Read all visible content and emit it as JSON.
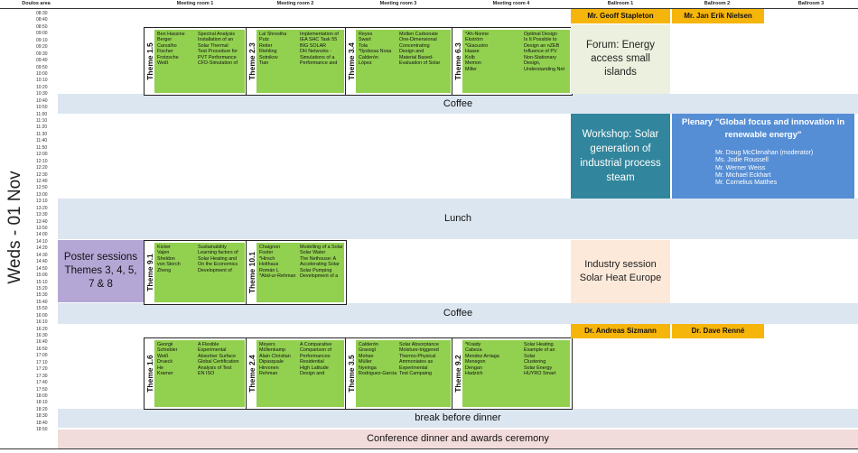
{
  "header": {
    "col_doulos": "Doulos area",
    "col_mr1": "Meeting room 1",
    "col_mr2": "Meeting room 2",
    "col_mr3": "Meeting room 3",
    "col_mr4": "Meeting room 4",
    "col_b1": "Ballroom 1",
    "col_b2": "Ballroom 2",
    "col_b3": "Ballroom 3"
  },
  "day_label": "Weds - 01 Nov",
  "times": [
    "08:30",
    "08:40",
    "08:50",
    "09:00",
    "09:10",
    "09:20",
    "09:30",
    "09:40",
    "09:50",
    "10:00",
    "10:10",
    "10:20",
    "10:30",
    "10:40",
    "10:50",
    "11:00",
    "11:10",
    "11:20",
    "11:30",
    "11:40",
    "11:50",
    "12:00",
    "12:10",
    "12:20",
    "12:30",
    "12:40",
    "12:50",
    "13:00",
    "13:10",
    "13:20",
    "13:30",
    "13:40",
    "13:50",
    "14:00",
    "14:10",
    "14:20",
    "14:30",
    "14:40",
    "14:50",
    "15:00",
    "15:10",
    "15:20",
    "15:30",
    "15:40",
    "15:50",
    "16:00",
    "16:10",
    "16:20",
    "16:30",
    "16:40",
    "16:50",
    "17:00",
    "17:10",
    "17:20",
    "17:30",
    "17:40",
    "17:50",
    "18:00",
    "18:10",
    "18:20",
    "18:30",
    "18:40",
    "18:50"
  ],
  "bands": {
    "coffee1": "Coffee",
    "lunch": "Lunch",
    "coffee2": "Coffee",
    "break": "break before dinner",
    "dinner": "Conference dinner and awards ceremony"
  },
  "poster": "Poster sessions Themes 3, 4, 5, 7 & 8",
  "sessions": {
    "s15": {
      "theme": "Theme 1.5",
      "names": [
        "Ben Hassine",
        "Berger",
        "Carvalho",
        "Fischer",
        "Frotzsche",
        "Weiß"
      ],
      "titles": [
        "Spectral Analysis",
        "Installation of an",
        "Solar Thermal",
        "Test Procedure for",
        "PVT Performance",
        "CFD-Simulation of"
      ]
    },
    "s23": {
      "theme": "Theme 2.3",
      "names": [
        "Lal Shrestha",
        "Putz",
        "Reiter",
        "Riehling",
        "Sotnikov",
        "Tian"
      ],
      "titles": [
        "Implementation of",
        "IEA SHC Task 55",
        "BIG SOLAR",
        "DH Networks -",
        "Simulations of a",
        "Performance and"
      ]
    },
    "s34": {
      "theme": "Theme 3.4",
      "names": [
        "Reyes",
        "Swart",
        "Tola",
        "*Ilyobosa Nosa",
        "Calderón",
        "López"
      ],
      "titles": [
        "Molten Carbonate",
        "One-Dimensional",
        "Concentrating",
        "Design and",
        "Material Based-",
        "Evaluation of Solar"
      ]
    },
    "s63": {
      "theme": "Theme 6.3",
      "names": [
        "*Ah-Nieme",
        "Ekström",
        "*Giacustro",
        "Haase",
        "Kolb",
        "Memon",
        "Miller"
      ],
      "titles": [
        "Optimal Design",
        "Is It Possible to",
        "Design an nZEB",
        "Influence of PV",
        "Non-Stationary",
        "Design,",
        "Understanding Net"
      ]
    },
    "s91": {
      "theme": "Theme 9.1",
      "names": [
        "Kicker",
        "Vajen",
        "Sheldon",
        "von Storch",
        "Zheng"
      ],
      "titles": [
        "Sustainability",
        "Learning factors of",
        "Solar Heating and",
        "On the Economics",
        "Development of"
      ]
    },
    "s101": {
      "theme": "Theme 10.1",
      "names": [
        "Chaignon",
        "Foster",
        "*Hirsch",
        "Holthaus",
        "Román L",
        "*Abd-ur-Rehman"
      ],
      "titles": [
        "Modelling of a Solar",
        "Solar Water",
        "The Nethouse: A",
        "Accelerating Solar",
        "Solar Pumping",
        "Development of a"
      ]
    },
    "s16": {
      "theme": "Theme 1.6",
      "names": [
        "Georgii",
        "Schiebler",
        "Weiß",
        "Drueck",
        "He",
        "Kramer"
      ],
      "titles": [
        "A Flexible",
        "Experimental",
        "Absorber Surface",
        "Global Certification",
        "Analysis of Test",
        "EN ISO"
      ]
    },
    "s24": {
      "theme": "Theme 2.4",
      "names": [
        "Meyers",
        "Möllenkamp",
        "Alain Christian",
        "Dipasquale",
        "Hirvonen",
        "Rehman"
      ],
      "titles": [
        "A Comparative",
        "Comparison of",
        "Performances",
        "Residential",
        "High Latitude",
        "Design and"
      ]
    },
    "s35": {
      "theme": "Theme 3.5",
      "names": [
        "Calderón",
        "Gravogl",
        "Mohan",
        "Müller",
        "Nyeinga",
        "Rodriguez-Garcia"
      ],
      "titles": [
        "Solar Absorptance",
        "Moisture-triggered",
        "Thermo-Physical",
        "Ammoniates as",
        "Experimental",
        "Test Campaing"
      ]
    },
    "s92": {
      "theme": "Theme 9.2",
      "names": [
        "*Kraidy",
        "Cabeza",
        "Mendez Arriaga",
        "Menegon",
        "Dengan",
        "Hadzich"
      ],
      "titles": [
        "Solar Heating",
        "Example of an",
        "Solar",
        "Clustering",
        "Solar Energy",
        "HUYRO Smart"
      ]
    }
  },
  "ballroom": {
    "chair1": "Mr. Geoff Stapleton",
    "chair2": "Mr. Jan Erik Nielsen",
    "forum": "Forum: Energy access small islands",
    "workshop": "Workshop: Solar generation of industrial process steam",
    "plenary_title": "Plenary \"Global focus and innovation in renewable energy\"",
    "plenary_people": [
      "Mr. Doug McClenahan (moderator)",
      "Ms. Jodie Roussell",
      "Mr. Werner Weiss",
      "Mr. Michael Eckhart",
      "Mr. Cornelius Matthes"
    ],
    "industry": "Industry session Solar Heat Europe",
    "chair3": "Dr. Andreas Sizmann",
    "chair4": "Dr. Dave Renné"
  },
  "colors": {
    "green": "#92d050",
    "band_blue": "#dce6f1",
    "band_pink": "#f2dcdb",
    "poster_lilac": "#b4a7d6",
    "chair_orange": "#f6b50a",
    "forum_green": "#ebf1de",
    "workshop_teal": "#31859c",
    "plenary_blue": "#558ed5",
    "industry_peach": "#fde9d9"
  }
}
